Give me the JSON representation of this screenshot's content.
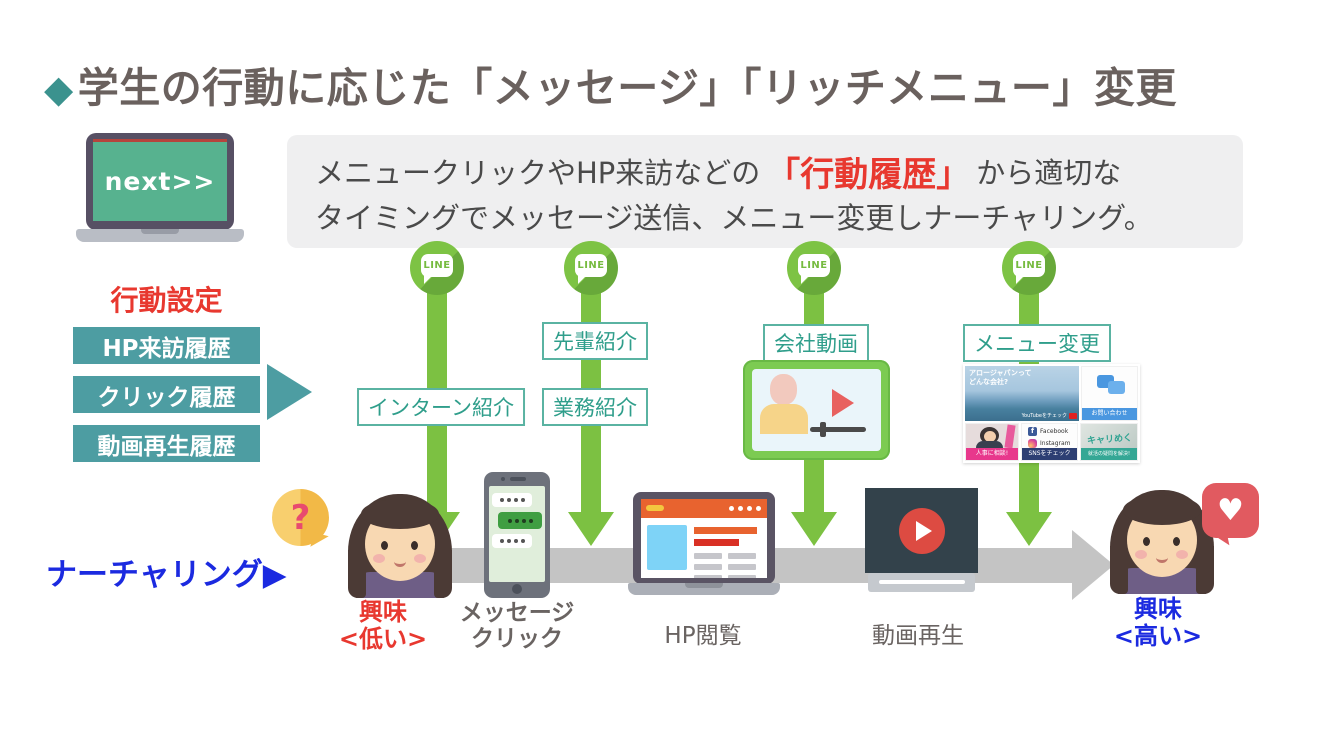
{
  "title": {
    "diamond": "◆",
    "text": "学生の行動に応じた「メッセージ」「リッチメニュー」変更"
  },
  "next_device": {
    "screen_label": "next>>"
  },
  "info_box": {
    "line1_pre": "メニュークリックやHP来訪などの",
    "line1_highlight": "「行動履歴」",
    "line1_post": "から適切な",
    "line2": "タイミングでメッセージ送信、メニュー変更しナーチャリング。"
  },
  "behavior": {
    "heading": "行動設定",
    "items": [
      "HP来訪履歴",
      "クリック履歴",
      "動画再生履歴"
    ]
  },
  "pins": {
    "icon_text": "LINE"
  },
  "actions": {
    "intern": "インターン紹介",
    "senpai": "先輩紹介",
    "gyomu": "業務紹介",
    "video": "会社動画",
    "menu": "メニュー変更"
  },
  "rich_menu": {
    "main_line1": "アロージャパンって",
    "main_line2": "どんな会社?",
    "main_banner": "YouTubeをチェック",
    "contact": "お問い合わせ",
    "hr": "人事に相談!",
    "facebook_icon": "f",
    "facebook": "Facebook",
    "instagram": "Instagram",
    "sns_bar": "SNSをチェック",
    "career_logo": "キャリめく",
    "career_bar": "就活の疑問を解決!"
  },
  "nurturing": {
    "label": "ナーチャリング▶"
  },
  "timeline": {
    "start_line1": "興味",
    "start_line2": "<低い>",
    "step1_line1": "メッセージ",
    "step1_line2": "クリック",
    "step2": "HP閲覧",
    "step3": "動画再生",
    "end_line1": "興味",
    "end_line2": "<高い>"
  },
  "bubbles": {
    "question": "?",
    "heart": "♥"
  },
  "colors": {
    "teal": "#4d9da2",
    "green": "#7cc142",
    "red": "#e8382f",
    "blue": "#1b2ae0",
    "title_gray": "#6a615e",
    "timeline_gray": "#c4c4c4"
  }
}
